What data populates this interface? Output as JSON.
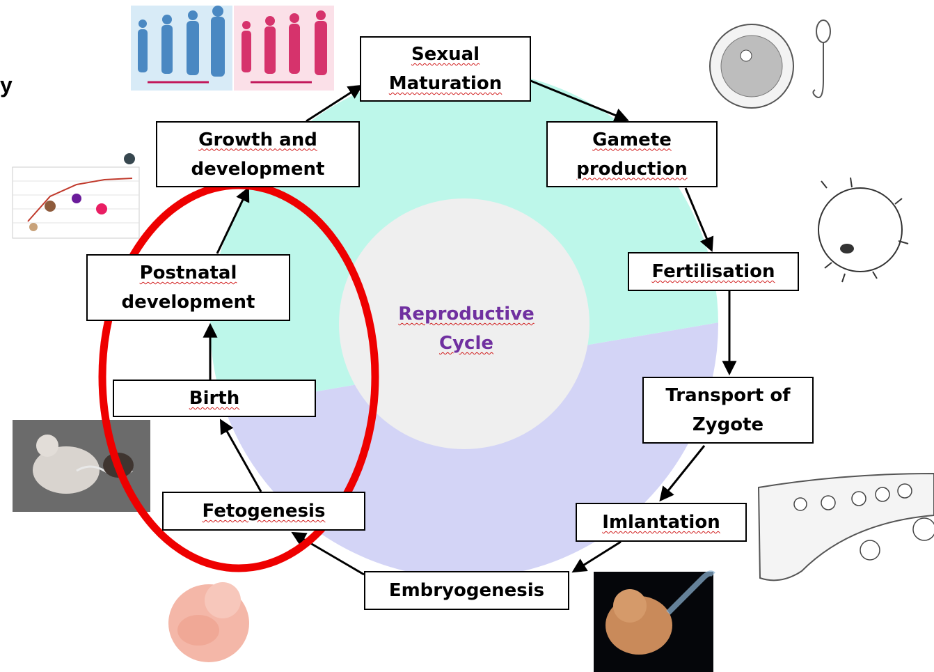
{
  "corner_fragment": "y",
  "center_title": [
    "Reproductive",
    "Cycle"
  ],
  "stages": {
    "sexual_maturation": [
      "Sexual",
      "Maturation"
    ],
    "gamete_production": [
      "Gamete",
      "production"
    ],
    "fertilisation": [
      "Fertilisation"
    ],
    "transport_of_zygote": [
      "Transport of",
      "Zygote"
    ],
    "implantation": [
      "Imlantation"
    ],
    "embryogenesis": [
      "Embryogenesis"
    ],
    "fetogenesis": [
      "Fetogenesis"
    ],
    "birth": [
      "Birth"
    ],
    "postnatal_development": [
      "Postnatal",
      "development"
    ],
    "growth_and_development": [
      "Growth and",
      "development"
    ]
  },
  "colors": {
    "upper_ring": "#bdf7ea",
    "lower_ring": "#d3d4f6",
    "center_disc": "#efefef",
    "highlight_ellipse": "#ee0000",
    "center_title": "#7030a0"
  }
}
